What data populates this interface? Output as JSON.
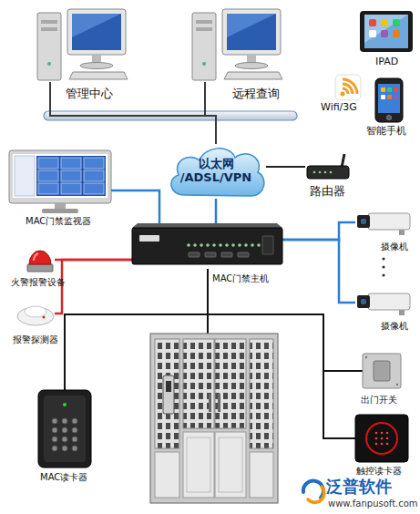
{
  "diagram": {
    "nodes": [
      {
        "text": [
          "管理中心"
        ]
      },
      {
        "text": [
          "远程查询"
        ]
      },
      {
        "text": [
          "IPAD"
        ]
      },
      {
        "text": [
          "Wifi/3G"
        ]
      },
      {
        "text": [
          "智能手机"
        ]
      },
      {
        "text": [
          "以太网 /ADSL/VPN"
        ]
      },
      {
        "text": [
          "路由器"
        ]
      },
      {
        "text": [
          "MAC门禁监视器"
        ]
      },
      {
        "text": [
          "MAC门禁主机"
        ]
      },
      {
        "text": [
          "摄像机"
        ]
      },
      {
        "text": [
          "摄像机"
        ]
      },
      {
        "text": [
          "火警报警设备"
        ]
      },
      {
        "text": [
          "报警探测器"
        ]
      },
      {
        "text": [
          "MAC读卡器"
        ]
      },
      {
        "text": [
          "出门开关"
        ]
      },
      {
        "text": [
          "触控读卡器"
        ]
      }
    ],
    "edges": [
      {
        "from": 0,
        "to": 5,
        "arrow": "none"
      },
      {
        "from": 1,
        "to": 5,
        "arrow": "none"
      },
      {
        "from": 5,
        "to": 6,
        "arrow": "none"
      },
      {
        "from": 5,
        "to": 8,
        "arrow": "none"
      },
      {
        "from": 7,
        "to": 8,
        "arrow": "none"
      },
      {
        "from": 8,
        "to": 9,
        "arrow": "none"
      },
      {
        "from": 8,
        "to": 10,
        "arrow": "none"
      },
      {
        "from": 8,
        "to": 11,
        "arrow": "none"
      },
      {
        "from": 8,
        "to": 12,
        "arrow": "none"
      },
      {
        "from": 8,
        "to": 13,
        "arrow": "none"
      },
      {
        "from": 8,
        "to": 14,
        "arrow": "none"
      },
      {
        "from": 8,
        "to": 15,
        "arrow": "none"
      }
    ],
    "labels": [
      "泛普软件",
      "www.fanpusoft.com"
    ]
  }
}
